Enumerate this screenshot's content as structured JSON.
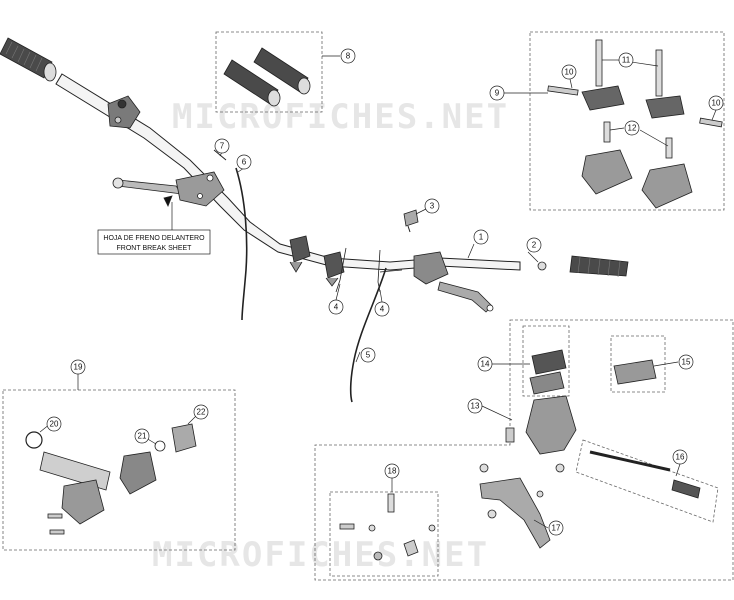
{
  "watermark": "MICROFICHES.NET",
  "note": {
    "line1": "HOJA DE FRENO DELANTERO",
    "line2": "FRONT BREAK SHEET"
  },
  "callouts": [
    "1",
    "2",
    "3",
    "4",
    "4",
    "5",
    "6",
    "7",
    "8",
    "9",
    "10",
    "10",
    "11",
    "12",
    "13",
    "14",
    "15",
    "16",
    "17",
    "18",
    "19",
    "20",
    "21",
    "22"
  ],
  "colors": {
    "line": "#222222",
    "part": "#cfcfcf",
    "dark": "#3a3a3a",
    "grip": "#555555",
    "dash": "#666666"
  }
}
